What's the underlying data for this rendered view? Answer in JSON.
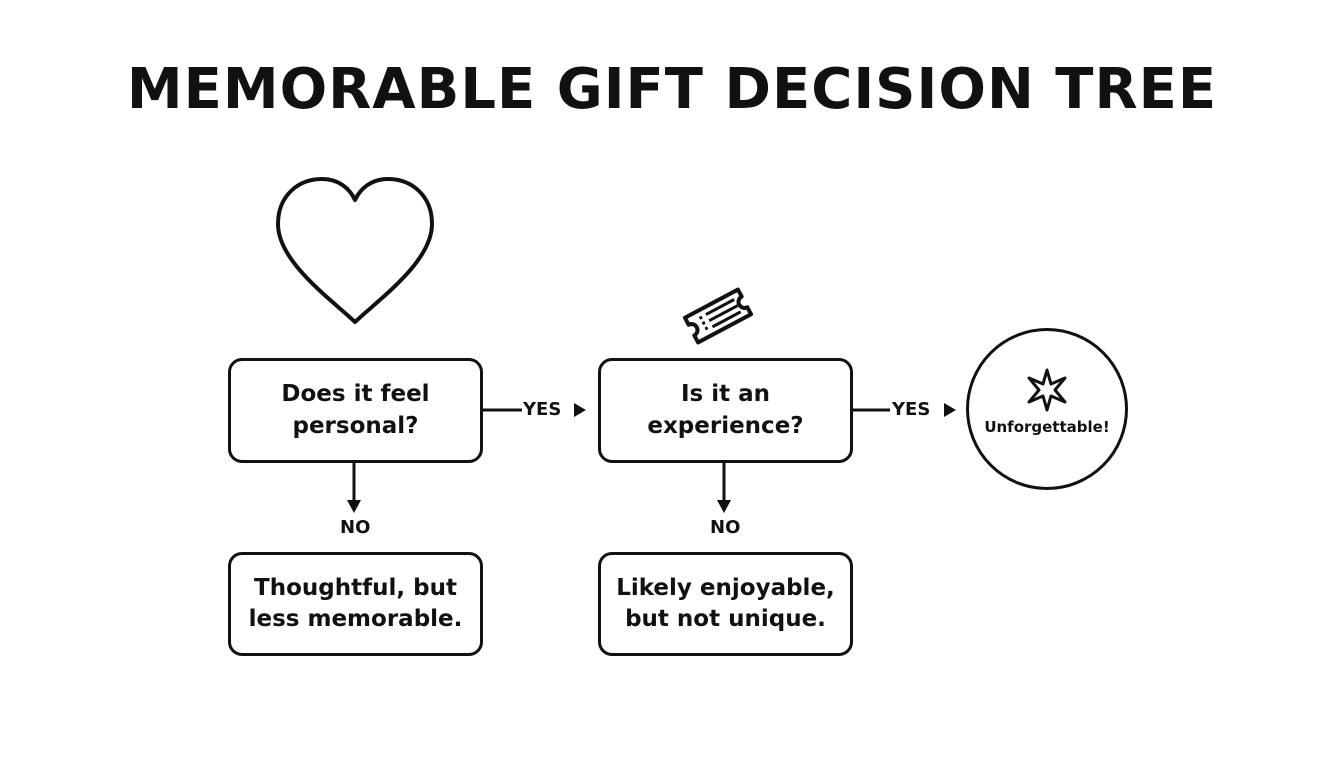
{
  "title": "MEMORABLE GIFT DECISION TREE",
  "nodes": {
    "q1": "Does it feel personal?",
    "q2": "Is it an experience?",
    "no1": "Thoughtful, but less memorable.",
    "no2": "Likely enjoyable, but not unique.",
    "result": "Unforgettable!"
  },
  "edges": {
    "yes1": "YES",
    "yes2": "YES",
    "no1": "NO",
    "no2": "NO"
  },
  "icons": {
    "q1": "heart-icon",
    "q2": "ticket-icon",
    "result": "sparkle-icon"
  },
  "colors": {
    "stroke": "#111111",
    "background": "#ffffff"
  }
}
